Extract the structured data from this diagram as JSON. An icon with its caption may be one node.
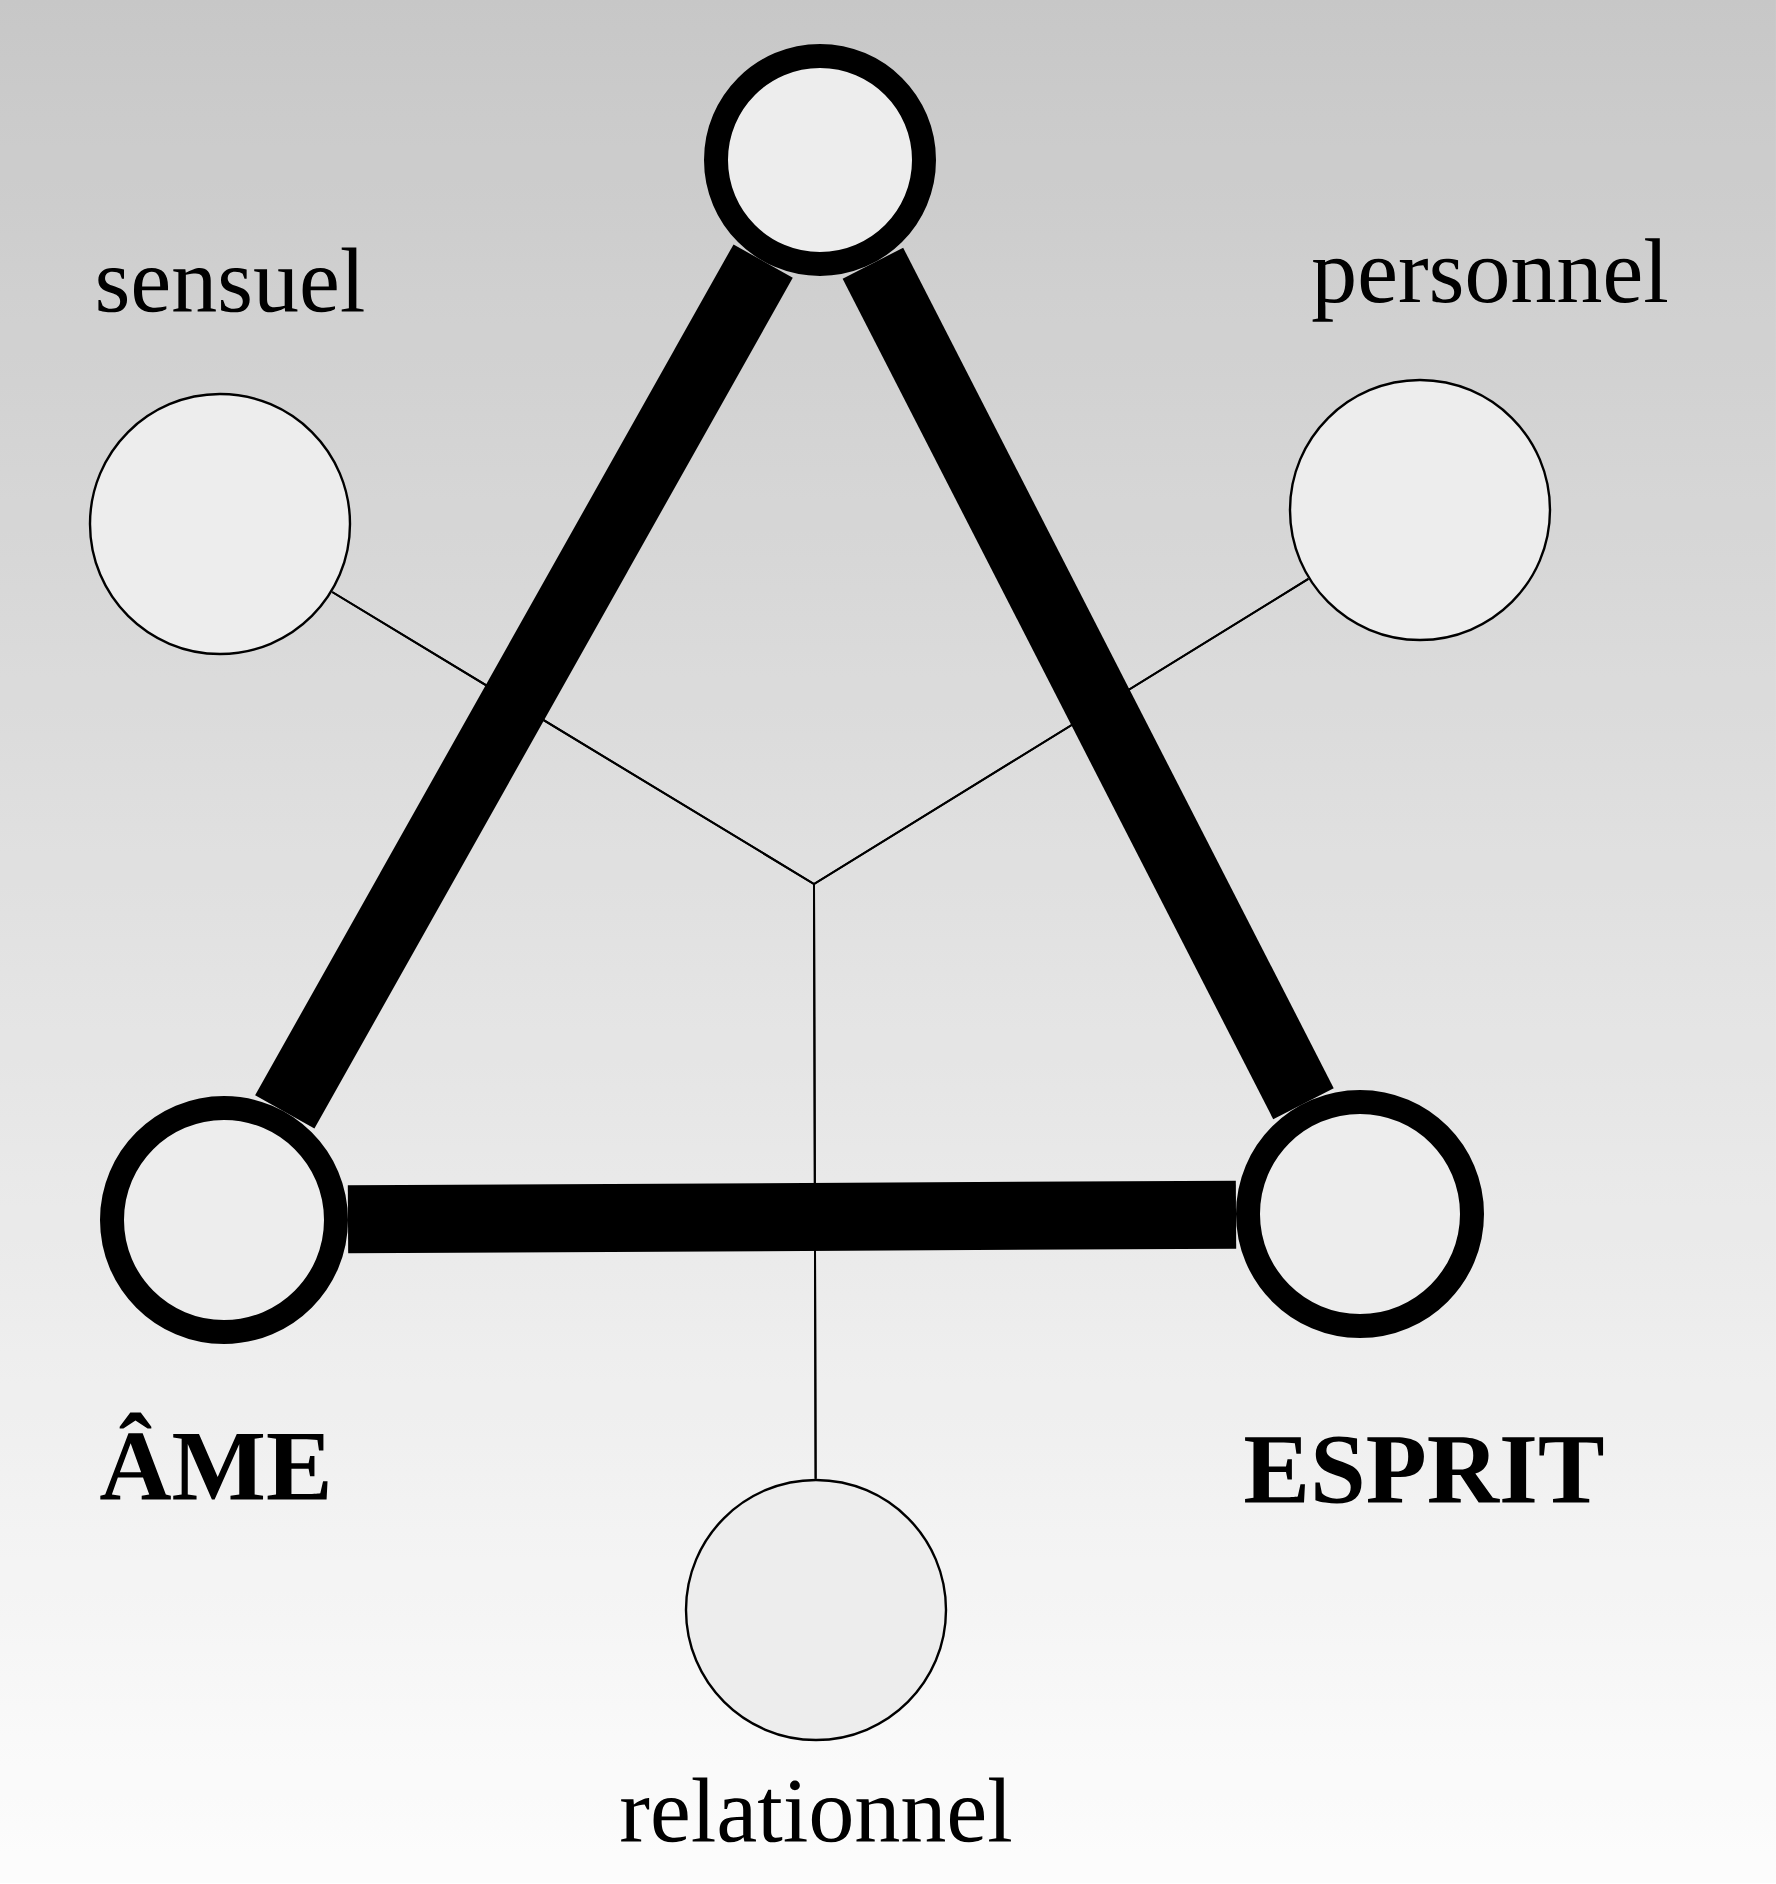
{
  "diagram": {
    "nodes": [
      {
        "text": [],
        "shape": "circle"
      },
      {
        "text": [
          "sensuel"
        ]
      },
      {
        "text": [
          "personnel"
        ]
      },
      {
        "text": [
          "ÂME"
        ]
      },
      {
        "text": [
          "ESPRIT"
        ]
      },
      {
        "text": [
          "relationnel"
        ]
      }
    ],
    "edges": [
      {
        "from": 0,
        "to": 3,
        "arrow": "none",
        "style": "thick"
      },
      {
        "from": 0,
        "to": 4,
        "arrow": "none",
        "style": "thick"
      },
      {
        "from": 3,
        "to": 4,
        "arrow": "none",
        "style": "thick"
      },
      {
        "from": 1,
        "to": 5,
        "arrow": "none"
      },
      {
        "from": 2,
        "to": 5,
        "arrow": "none"
      },
      {
        "from": 1,
        "to": 2,
        "arrow": "none"
      }
    ]
  }
}
